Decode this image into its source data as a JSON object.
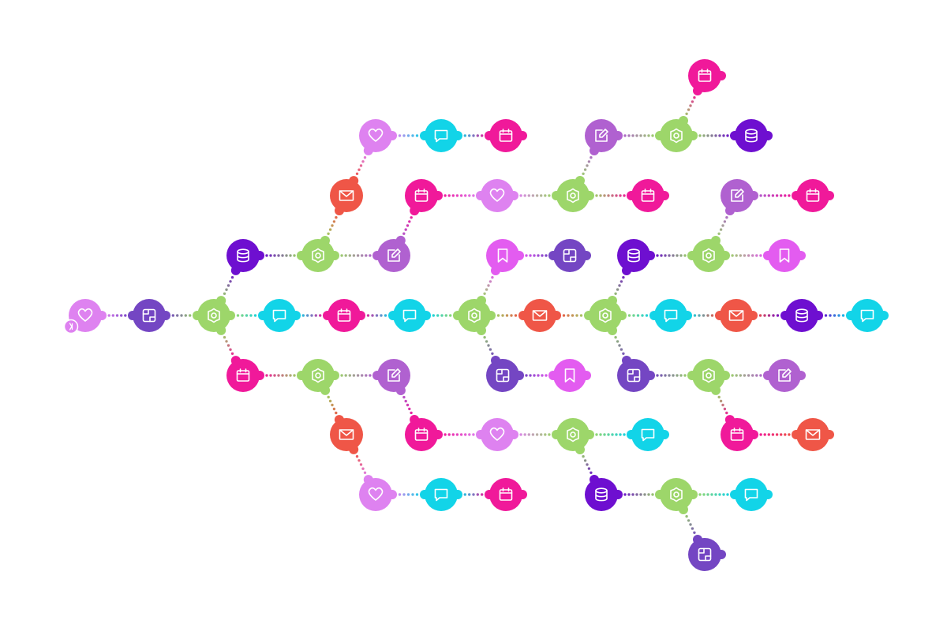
{
  "palette": {
    "violet": "#7446c3",
    "orchid": "#de82f0",
    "green": "#9dd66a",
    "cyan": "#12d4e8",
    "magenta": "#f0199a",
    "coral": "#ef5647",
    "purple": "#6e0fd0",
    "lavender": "#b061d0",
    "pink": "#e35cf0"
  },
  "icon_set": [
    "heart-icon",
    "puzzle-icon",
    "gear-icon",
    "chat-icon",
    "calendar-icon",
    "envelope-icon",
    "database-icon",
    "edit-icon",
    "bookmark-icon"
  ],
  "flow": {
    "nodes": [
      {
        "id": "n1",
        "icon": "heart-icon",
        "color": "orchid",
        "start": true
      },
      {
        "id": "n2",
        "icon": "puzzle-icon",
        "color": "violet"
      },
      {
        "id": "n3",
        "icon": "gear-icon",
        "color": "green"
      },
      {
        "id": "n4",
        "icon": "chat-icon",
        "color": "cyan"
      },
      {
        "id": "n5",
        "icon": "calendar-icon",
        "color": "magenta"
      },
      {
        "id": "n6",
        "icon": "chat-icon",
        "color": "cyan"
      },
      {
        "id": "n7",
        "icon": "gear-icon",
        "color": "green"
      },
      {
        "id": "n8",
        "icon": "envelope-icon",
        "color": "coral"
      },
      {
        "id": "n9",
        "icon": "gear-icon",
        "color": "green"
      },
      {
        "id": "n10",
        "icon": "chat-icon",
        "color": "cyan"
      },
      {
        "id": "n11",
        "icon": "envelope-icon",
        "color": "coral"
      },
      {
        "id": "n12",
        "icon": "database-icon",
        "color": "purple"
      },
      {
        "id": "n13",
        "icon": "chat-icon",
        "color": "cyan"
      },
      {
        "id": "n14",
        "icon": "database-icon",
        "color": "purple"
      },
      {
        "id": "n15",
        "icon": "gear-icon",
        "color": "green"
      },
      {
        "id": "n16",
        "icon": "edit-icon",
        "color": "lavender"
      },
      {
        "id": "n17",
        "icon": "envelope-icon",
        "color": "coral"
      },
      {
        "id": "n18",
        "icon": "heart-icon",
        "color": "orchid"
      },
      {
        "id": "n19",
        "icon": "chat-icon",
        "color": "cyan"
      },
      {
        "id": "n20",
        "icon": "calendar-icon",
        "color": "magenta"
      },
      {
        "id": "n21",
        "icon": "calendar-icon",
        "color": "magenta"
      },
      {
        "id": "n22",
        "icon": "heart-icon",
        "color": "orchid"
      },
      {
        "id": "n23",
        "icon": "gear-icon",
        "color": "green"
      },
      {
        "id": "n24",
        "icon": "calendar-icon",
        "color": "magenta"
      },
      {
        "id": "n25",
        "icon": "edit-icon",
        "color": "lavender"
      },
      {
        "id": "n26",
        "icon": "gear-icon",
        "color": "green"
      },
      {
        "id": "n27",
        "icon": "database-icon",
        "color": "purple"
      },
      {
        "id": "n28",
        "icon": "calendar-icon",
        "color": "magenta"
      },
      {
        "id": "n29",
        "icon": "bookmark-icon",
        "color": "pink"
      },
      {
        "id": "n30",
        "icon": "puzzle-icon",
        "color": "violet"
      },
      {
        "id": "n31",
        "icon": "database-icon",
        "color": "purple"
      },
      {
        "id": "n32",
        "icon": "gear-icon",
        "color": "green"
      },
      {
        "id": "n33",
        "icon": "bookmark-icon",
        "color": "pink"
      },
      {
        "id": "n34",
        "icon": "edit-icon",
        "color": "lavender"
      },
      {
        "id": "n35",
        "icon": "calendar-icon",
        "color": "magenta"
      },
      {
        "id": "n36",
        "icon": "calendar-icon",
        "color": "magenta"
      },
      {
        "id": "n37",
        "icon": "gear-icon",
        "color": "green"
      },
      {
        "id": "n38",
        "icon": "edit-icon",
        "color": "lavender"
      },
      {
        "id": "n39",
        "icon": "envelope-icon",
        "color": "coral"
      },
      {
        "id": "n40",
        "icon": "heart-icon",
        "color": "orchid"
      },
      {
        "id": "n41",
        "icon": "chat-icon",
        "color": "cyan"
      },
      {
        "id": "n42",
        "icon": "calendar-icon",
        "color": "magenta"
      },
      {
        "id": "n43",
        "icon": "calendar-icon",
        "color": "magenta"
      },
      {
        "id": "n44",
        "icon": "heart-icon",
        "color": "orchid"
      },
      {
        "id": "n45",
        "icon": "gear-icon",
        "color": "green"
      },
      {
        "id": "n46",
        "icon": "chat-icon",
        "color": "cyan"
      },
      {
        "id": "n47",
        "icon": "database-icon",
        "color": "purple"
      },
      {
        "id": "n48",
        "icon": "gear-icon",
        "color": "green"
      },
      {
        "id": "n49",
        "icon": "chat-icon",
        "color": "cyan"
      },
      {
        "id": "n50",
        "icon": "puzzle-icon",
        "color": "violet"
      },
      {
        "id": "n51",
        "icon": "puzzle-icon",
        "color": "violet"
      },
      {
        "id": "n52",
        "icon": "bookmark-icon",
        "color": "pink"
      },
      {
        "id": "n53",
        "icon": "puzzle-icon",
        "color": "violet"
      },
      {
        "id": "n54",
        "icon": "gear-icon",
        "color": "green"
      },
      {
        "id": "n55",
        "icon": "edit-icon",
        "color": "lavender"
      },
      {
        "id": "n56",
        "icon": "calendar-icon",
        "color": "magenta"
      },
      {
        "id": "n57",
        "icon": "envelope-icon",
        "color": "coral"
      }
    ],
    "edges": [
      [
        "n1",
        "n2"
      ],
      [
        "n2",
        "n3"
      ],
      [
        "n3",
        "n4"
      ],
      [
        "n4",
        "n5"
      ],
      [
        "n5",
        "n6"
      ],
      [
        "n6",
        "n7"
      ],
      [
        "n7",
        "n8"
      ],
      [
        "n8",
        "n9"
      ],
      [
        "n9",
        "n10"
      ],
      [
        "n10",
        "n11"
      ],
      [
        "n11",
        "n12"
      ],
      [
        "n12",
        "n13"
      ],
      [
        "n3",
        "n14"
      ],
      [
        "n14",
        "n15"
      ],
      [
        "n15",
        "n16"
      ],
      [
        "n15",
        "n17"
      ],
      [
        "n17",
        "n18"
      ],
      [
        "n18",
        "n19"
      ],
      [
        "n19",
        "n20"
      ],
      [
        "n16",
        "n21"
      ],
      [
        "n21",
        "n22"
      ],
      [
        "n22",
        "n23"
      ],
      [
        "n23",
        "n24"
      ],
      [
        "n23",
        "n25"
      ],
      [
        "n25",
        "n26"
      ],
      [
        "n26",
        "n27"
      ],
      [
        "n26",
        "n28"
      ],
      [
        "n7",
        "n29"
      ],
      [
        "n29",
        "n30"
      ],
      [
        "n9",
        "n31"
      ],
      [
        "n31",
        "n32"
      ],
      [
        "n32",
        "n33"
      ],
      [
        "n32",
        "n34"
      ],
      [
        "n34",
        "n35"
      ],
      [
        "n3",
        "n36"
      ],
      [
        "n36",
        "n37"
      ],
      [
        "n37",
        "n38"
      ],
      [
        "n37",
        "n39"
      ],
      [
        "n39",
        "n40"
      ],
      [
        "n40",
        "n41"
      ],
      [
        "n41",
        "n42"
      ],
      [
        "n38",
        "n43"
      ],
      [
        "n43",
        "n44"
      ],
      [
        "n44",
        "n45"
      ],
      [
        "n45",
        "n46"
      ],
      [
        "n45",
        "n47"
      ],
      [
        "n47",
        "n48"
      ],
      [
        "n48",
        "n49"
      ],
      [
        "n48",
        "n50"
      ],
      [
        "n7",
        "n51"
      ],
      [
        "n51",
        "n52"
      ],
      [
        "n9",
        "n53"
      ],
      [
        "n53",
        "n54"
      ],
      [
        "n54",
        "n55"
      ],
      [
        "n54",
        "n56"
      ],
      [
        "n56",
        "n57"
      ]
    ]
  }
}
